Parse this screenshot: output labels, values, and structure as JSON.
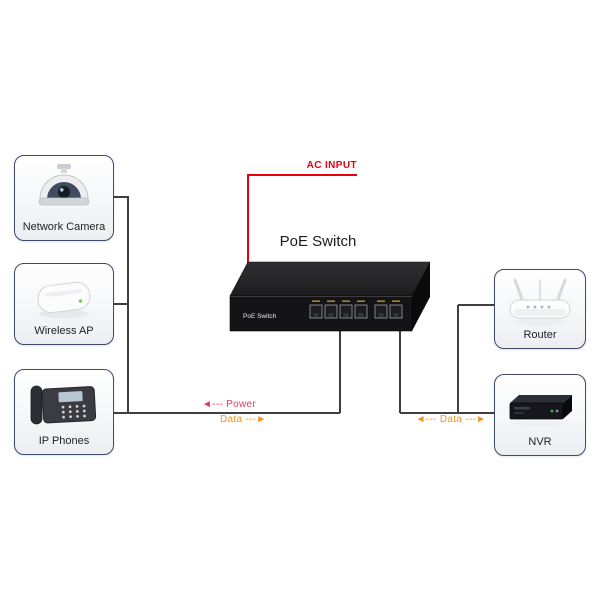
{
  "diagram": {
    "title": "PoE Switch",
    "ac_input_label": "AC INPUT",
    "switch_front_label": "PoE Switch",
    "flow_labels": {
      "power_left": "◄--- Power",
      "data_left": "Data ---►",
      "data_right": "◄--- Data ---►"
    },
    "devices": {
      "network_camera": {
        "label": "Network Camera"
      },
      "wireless_ap": {
        "label": "Wireless AP"
      },
      "ip_phones": {
        "label": "IP Phones"
      },
      "router": {
        "label": "Router"
      },
      "nvr": {
        "label": "NVR"
      }
    },
    "colors": {
      "ac_red": "#e8000f",
      "power_red": "#e23e57",
      "data_orange": "#f39422",
      "connector_line": "#3f3f3f",
      "box_border": "#3d4a6b"
    }
  }
}
